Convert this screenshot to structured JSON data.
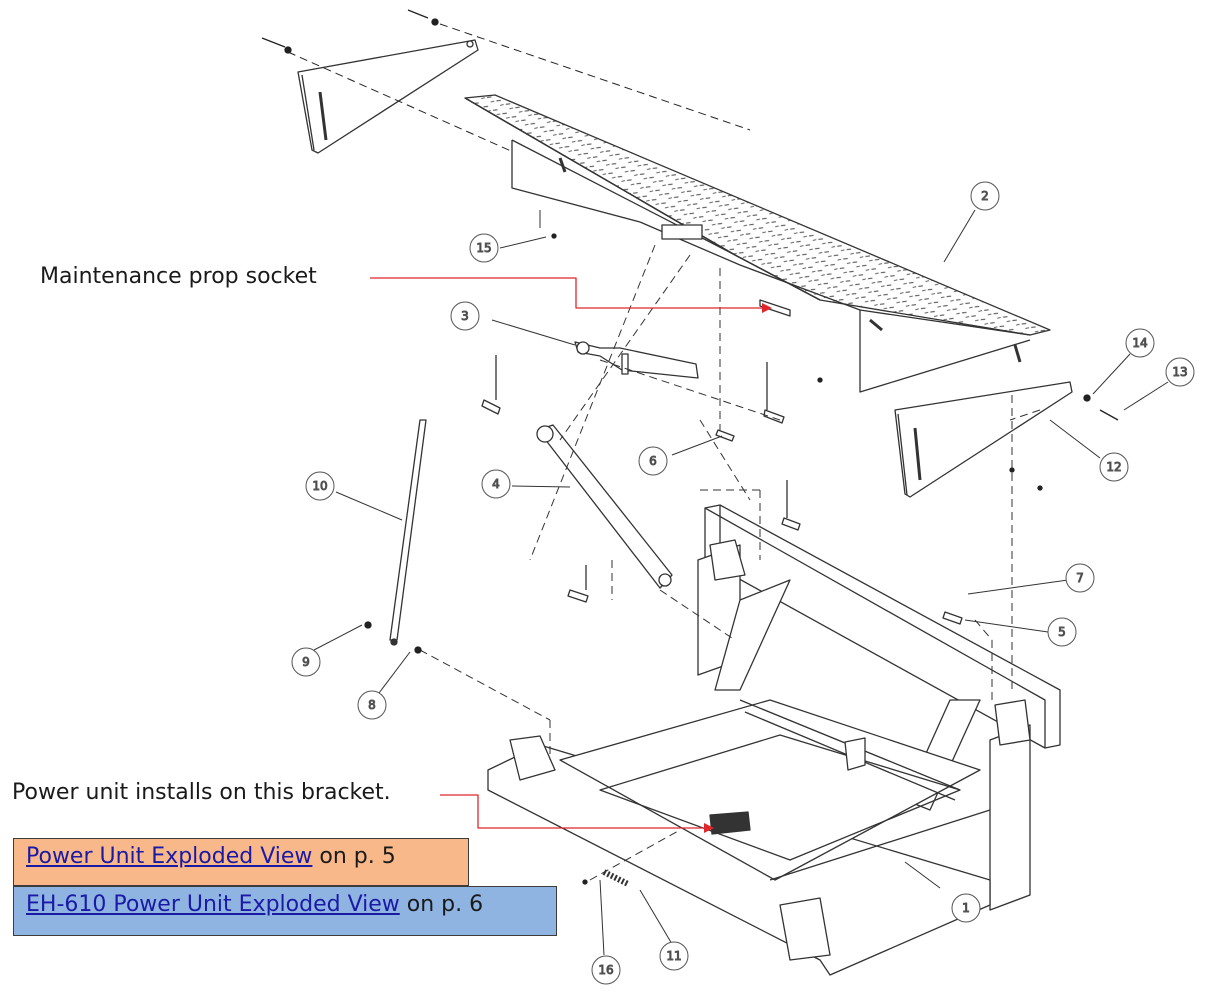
{
  "callouts": {
    "prop_socket": "Maintenance prop socket",
    "power_bracket": "Power unit installs on this bracket."
  },
  "links": [
    {
      "link_text": "Power Unit Exploded View",
      "suffix": " on p. 5",
      "bg": "#f8b889"
    },
    {
      "link_text": "EH-610 Power Unit Exploded View",
      "suffix": " on p. 6",
      "bg": "#8fb4e2"
    }
  ],
  "part_numbers": [
    "1",
    "2",
    "3",
    "4",
    "5",
    "6",
    "7",
    "8",
    "9",
    "10",
    "11",
    "12",
    "13",
    "14",
    "15",
    "16"
  ],
  "colors": {
    "arrow": "#e0262b",
    "line": "#333333",
    "link": "#1a1aa6"
  }
}
